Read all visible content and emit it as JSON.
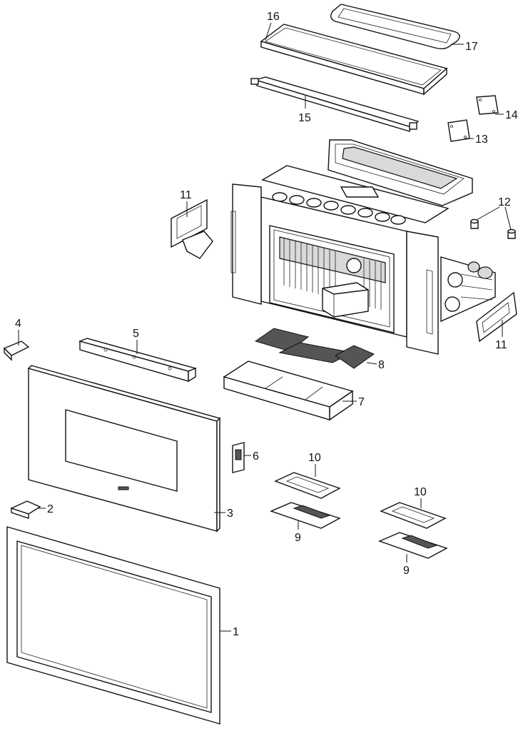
{
  "diagram": {
    "callouts": [
      {
        "id": "c1",
        "label": "1"
      },
      {
        "id": "c2",
        "label": "2"
      },
      {
        "id": "c3",
        "label": "3"
      },
      {
        "id": "c4",
        "label": "4"
      },
      {
        "id": "c5",
        "label": "5"
      },
      {
        "id": "c6",
        "label": "6"
      },
      {
        "id": "c7",
        "label": "7"
      },
      {
        "id": "c8",
        "label": "8"
      },
      {
        "id": "c9a",
        "label": "9"
      },
      {
        "id": "c9b",
        "label": "9"
      },
      {
        "id": "c10a",
        "label": "10"
      },
      {
        "id": "c10b",
        "label": "10"
      },
      {
        "id": "c11a",
        "label": "11"
      },
      {
        "id": "c11b",
        "label": "11"
      },
      {
        "id": "c12",
        "label": "12"
      },
      {
        "id": "c13",
        "label": "13"
      },
      {
        "id": "c14",
        "label": "14"
      },
      {
        "id": "c15",
        "label": "15"
      },
      {
        "id": "c16",
        "label": "16"
      },
      {
        "id": "c17",
        "label": "17"
      }
    ]
  }
}
